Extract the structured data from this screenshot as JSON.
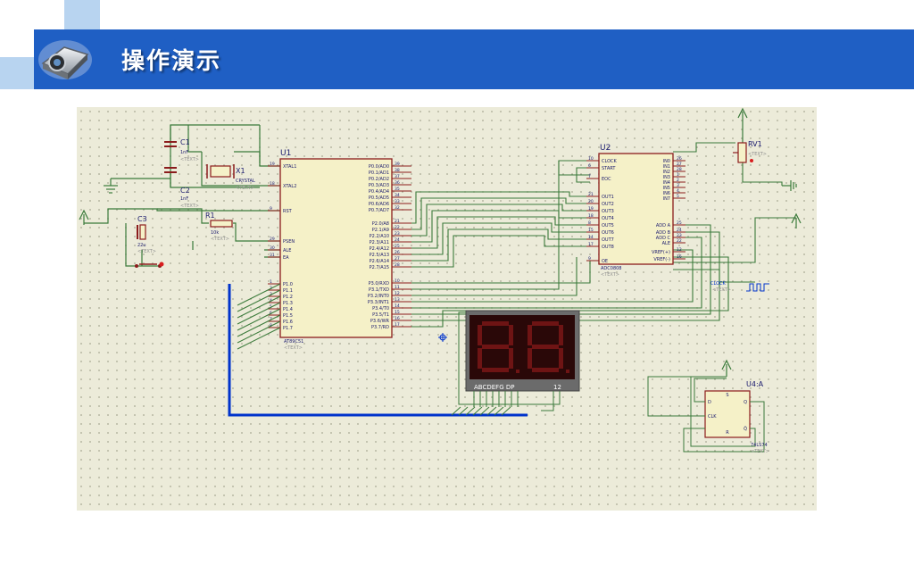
{
  "slide": {
    "title": "操作演示",
    "accent_color": "#1f5fc4",
    "footer": ""
  },
  "schematic": {
    "colors": {
      "background": "#ecebd9",
      "grid_dot": "#a8a792",
      "wire": "#3a7a3a",
      "component_body": "#f5f1c8",
      "component_outline": "#8b1c1c",
      "label": "#1a1a6e",
      "bus": "#0033cc",
      "display_bg": "#2a0808",
      "display_segment": "#6e1414"
    },
    "components": {
      "c1": {
        "ref": "C1",
        "value": "1nF"
      },
      "c2": {
        "ref": "C2",
        "value": "1nF"
      },
      "c3": {
        "ref": "C3",
        "value": "22u"
      },
      "x1": {
        "ref": "X1",
        "value": "CRYSTAL"
      },
      "r1": {
        "ref": "R1",
        "value": "10k"
      },
      "u1": {
        "ref": "U1",
        "part": "AT89C51",
        "left_pins": [
          "XTAL1",
          "XTAL2",
          "RST",
          "PSEN",
          "ALE",
          "EA",
          "P1.0",
          "P1.1",
          "P1.2",
          "P1.3",
          "P1.4",
          "P1.5",
          "P1.6",
          "P1.7"
        ],
        "left_pin_numbers": [
          "19",
          "18",
          "9",
          "29",
          "30",
          "31",
          "1",
          "2",
          "3",
          "4",
          "5",
          "6",
          "7",
          "8"
        ],
        "right_pins": [
          "P0.0/AD0",
          "P0.1/AD1",
          "P0.2/AD2",
          "P0.3/AD3",
          "P0.4/AD4",
          "P0.5/AD5",
          "P0.6/AD6",
          "P0.7/AD7",
          "P2.0/A8",
          "P2.1/A9",
          "P2.2/A10",
          "P2.3/A11",
          "P2.4/A12",
          "P2.5/A13",
          "P2.6/A14",
          "P2.7/A15",
          "P3.0/RXD",
          "P3.1/TXD",
          "P3.2/INT0",
          "P3.3/INT1",
          "P3.4/T0",
          "P3.5/T1",
          "P3.6/WR",
          "P3.7/RD"
        ],
        "right_pin_numbers": [
          "39",
          "38",
          "37",
          "36",
          "35",
          "34",
          "33",
          "32",
          "21",
          "22",
          "23",
          "24",
          "25",
          "26",
          "27",
          "28",
          "10",
          "11",
          "12",
          "13",
          "14",
          "15",
          "16",
          "17"
        ]
      },
      "u2": {
        "ref": "U2",
        "part": "ADC0808",
        "left_pins": [
          "CLOCK",
          "START",
          "EOC",
          "OUT1",
          "OUT2",
          "OUT3",
          "OUT4",
          "OUT5",
          "OUT6",
          "OUT7",
          "OUT8",
          "OE"
        ],
        "left_pin_numbers": [
          "10",
          "6",
          "7",
          "21",
          "20",
          "19",
          "18",
          "8",
          "15",
          "14",
          "17",
          "9"
        ],
        "right_pins": [
          "IN0",
          "IN1",
          "IN2",
          "IN3",
          "IN4",
          "IN5",
          "IN6",
          "IN7",
          "ADD A",
          "ADD B",
          "ADD C",
          "ALE",
          "VREF(+)",
          "VREF(-)"
        ],
        "right_pin_numbers": [
          "26",
          "27",
          "28",
          "1",
          "2",
          "3",
          "4",
          "5",
          "25",
          "24",
          "23",
          "22",
          "12",
          "16"
        ]
      },
      "rv1": {
        "ref": "RV1"
      },
      "clock_source": {
        "label": "CLOCK"
      },
      "u4": {
        "ref": "U4:A",
        "part": "74LS74",
        "pins": [
          "D",
          "CLK",
          "Q",
          "Q̄",
          "S",
          "R"
        ]
      },
      "display": {
        "label": "ABCDEFG DP",
        "pin_label": "12"
      }
    },
    "text_placeholder": "<TEXT>"
  }
}
